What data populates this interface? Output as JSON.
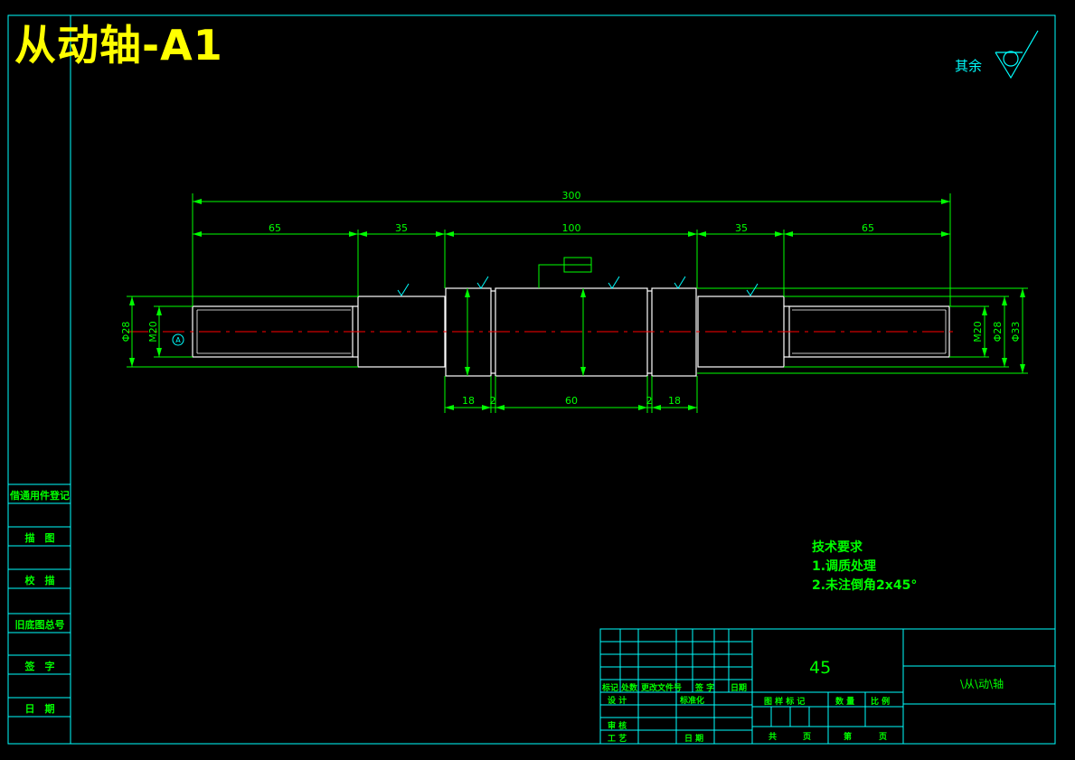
{
  "drawing_title": "从动轴-A1",
  "roughness_note": "其余",
  "dimensions": {
    "overall": "300",
    "seg_left": "65",
    "seg_2": "35",
    "seg_mid": "100",
    "seg_4": "35",
    "seg_right": "65",
    "step_18a": "18",
    "step_2a": "2",
    "step_60": "60",
    "step_2b": "2",
    "step_18b": "18",
    "dia_left_28": "Φ28",
    "thread_left": "M20",
    "thread_right": "M20",
    "dia_right_28": "Φ28",
    "dia_right_33": "Φ33",
    "datum": "A"
  },
  "tech_requirements": {
    "heading": "技术要求",
    "item1": "1.调质处理",
    "item2": "2.未注倒角2x45°"
  },
  "side_column": [
    "借通用件登记",
    "描　图",
    "校　描",
    "旧底图总号",
    "签　字",
    "日　期"
  ],
  "title_block": {
    "material": "45",
    "part_name": "\\从\\动\\轴",
    "col_mark": "标记",
    "col_count": "处数",
    "col_docno": "更改文件号",
    "col_sign": "签 字",
    "col_date": "日期",
    "design": "设 计",
    "standardize": "标准化",
    "review": "审 核",
    "process": "工 艺",
    "date": "日 期",
    "stage_mark": "图 样 标 记",
    "weight": "数 量",
    "scale": "比 例",
    "sheets_total": "共",
    "sheets_unit": "页",
    "sheet_no": "第",
    "sheet_unit2": "页"
  },
  "colors": {
    "frame": "#00ffff",
    "geometry": "#ffffff",
    "dimension": "#00ff00",
    "centerline": "#ff0000",
    "title": "#ffff00"
  }
}
